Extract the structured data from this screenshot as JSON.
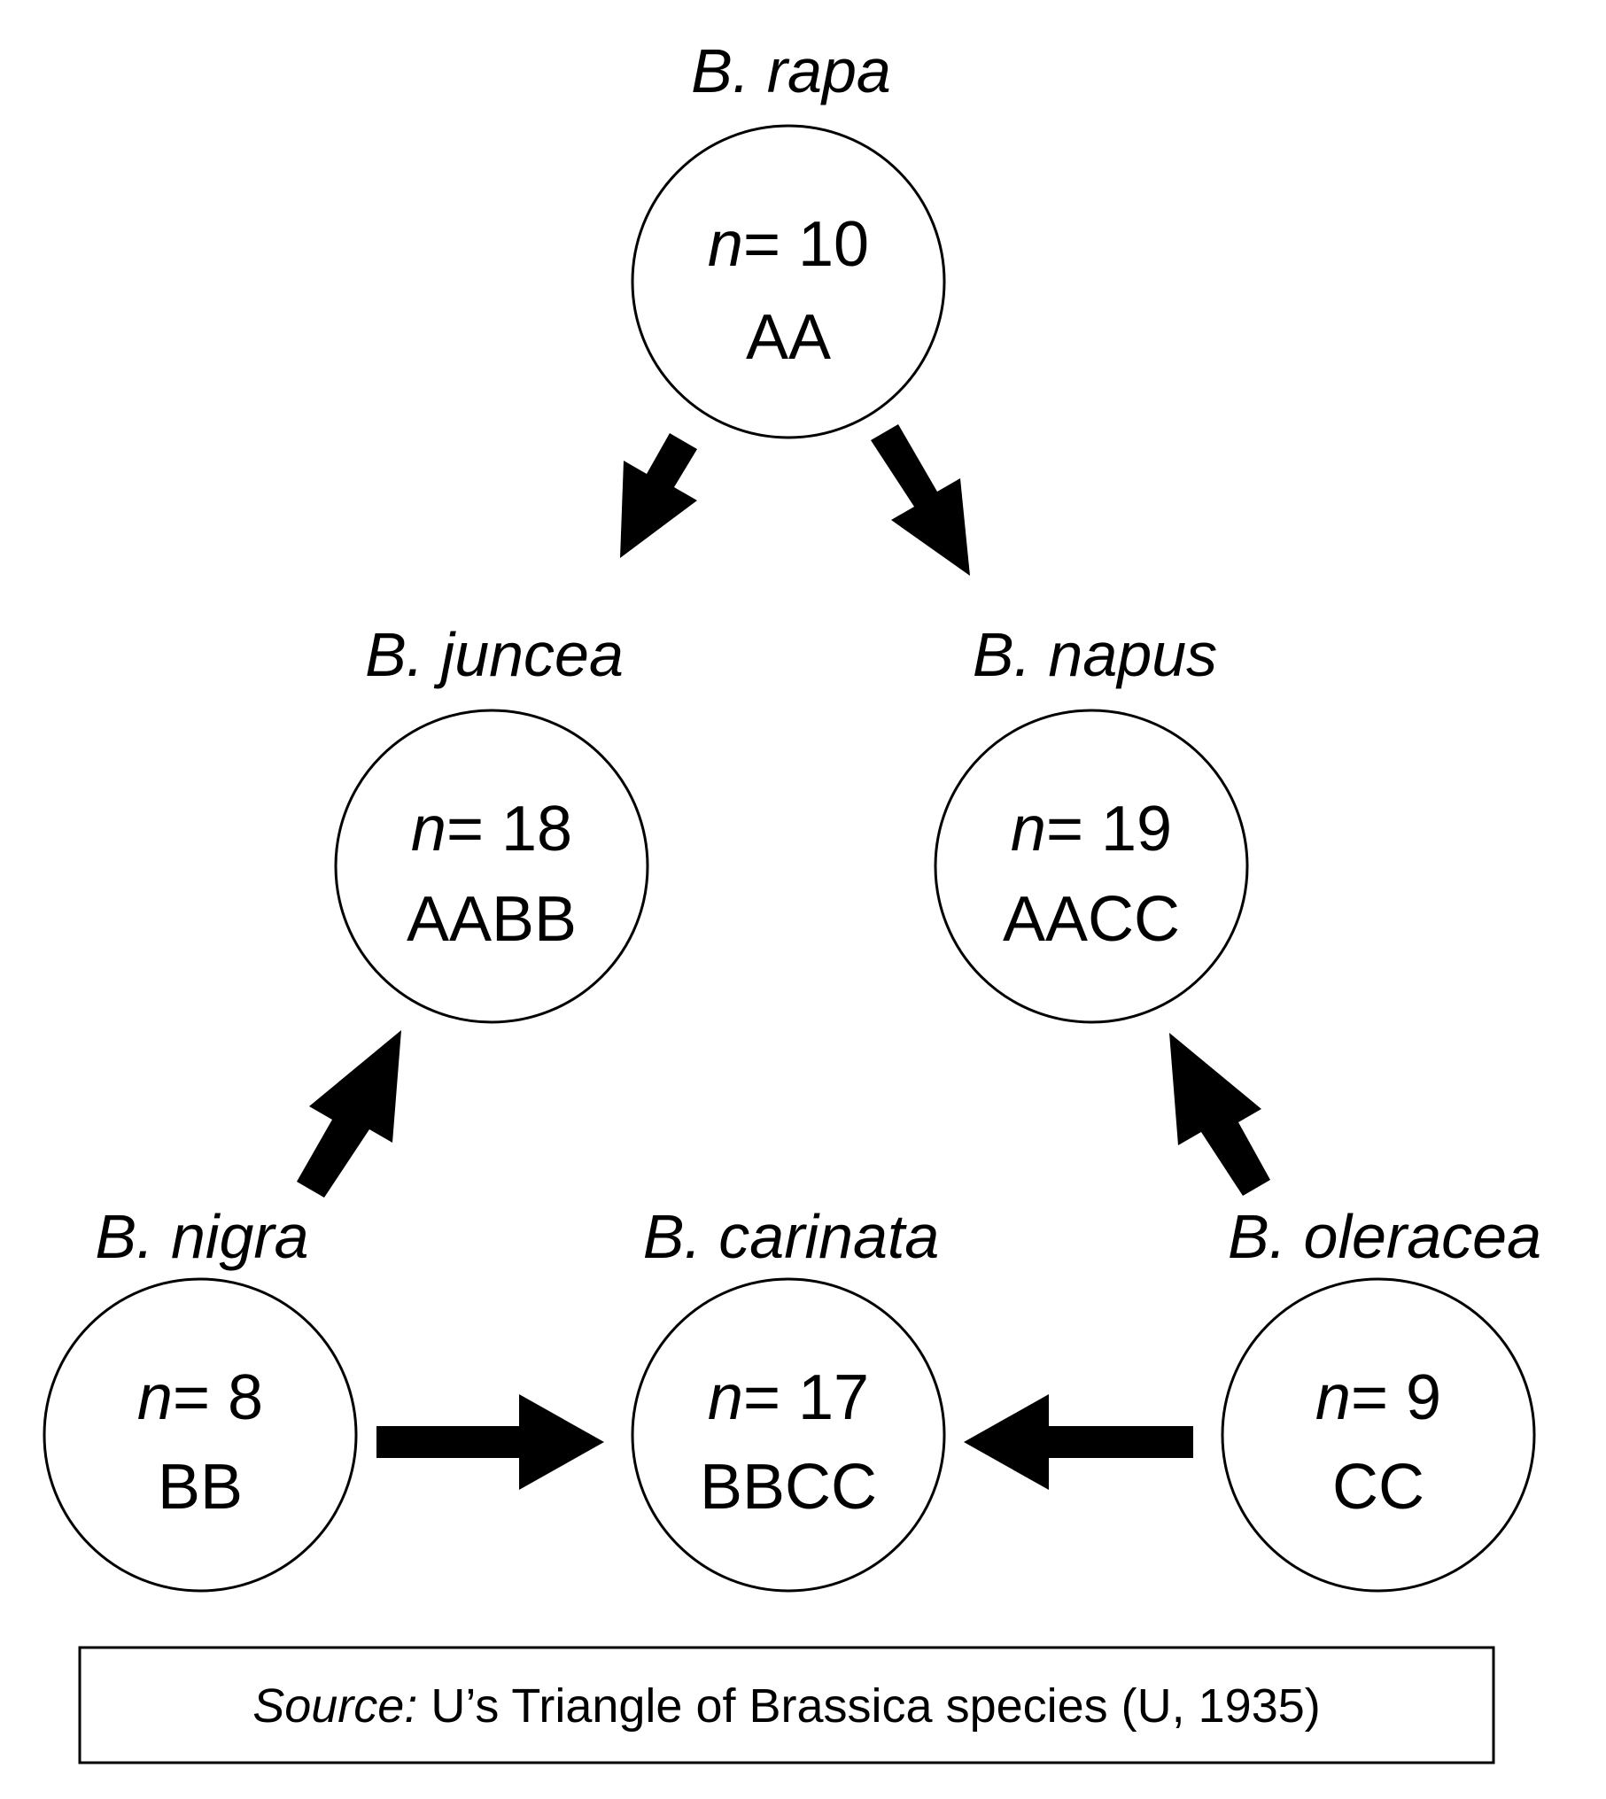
{
  "species": {
    "rapa": {
      "name": "B. rapa",
      "n_symbol": "n",
      "n_equals": "= 10",
      "genome": "AA"
    },
    "juncea": {
      "name": "B. juncea",
      "n_symbol": "n",
      "n_equals": "= 18",
      "genome": "AABB"
    },
    "napus": {
      "name": "B. napus",
      "n_symbol": "n",
      "n_equals": "= 19",
      "genome": "AACC"
    },
    "nigra": {
      "name": "B. nigra",
      "n_symbol": "n",
      "n_equals": "= 8",
      "genome": "BB"
    },
    "carinata": {
      "name": "B. carinata",
      "n_symbol": "n",
      "n_equals": "= 17",
      "genome": "BBCC"
    },
    "oleracea": {
      "name": "B. oleracea",
      "n_symbol": "n",
      "n_equals": "= 9",
      "genome": "CC"
    }
  },
  "arrows": [
    {
      "from": "rapa",
      "to": "juncea"
    },
    {
      "from": "rapa",
      "to": "napus"
    },
    {
      "from": "nigra",
      "to": "juncea"
    },
    {
      "from": "oleracea",
      "to": "napus"
    },
    {
      "from": "nigra",
      "to": "carinata"
    },
    {
      "from": "oleracea",
      "to": "carinata"
    }
  ],
  "source": {
    "label": "Source:",
    "text": " U’s Triangle of Brassica species (U, 1935)"
  },
  "colors": {
    "ink": "#000000",
    "background": "#ffffff"
  }
}
